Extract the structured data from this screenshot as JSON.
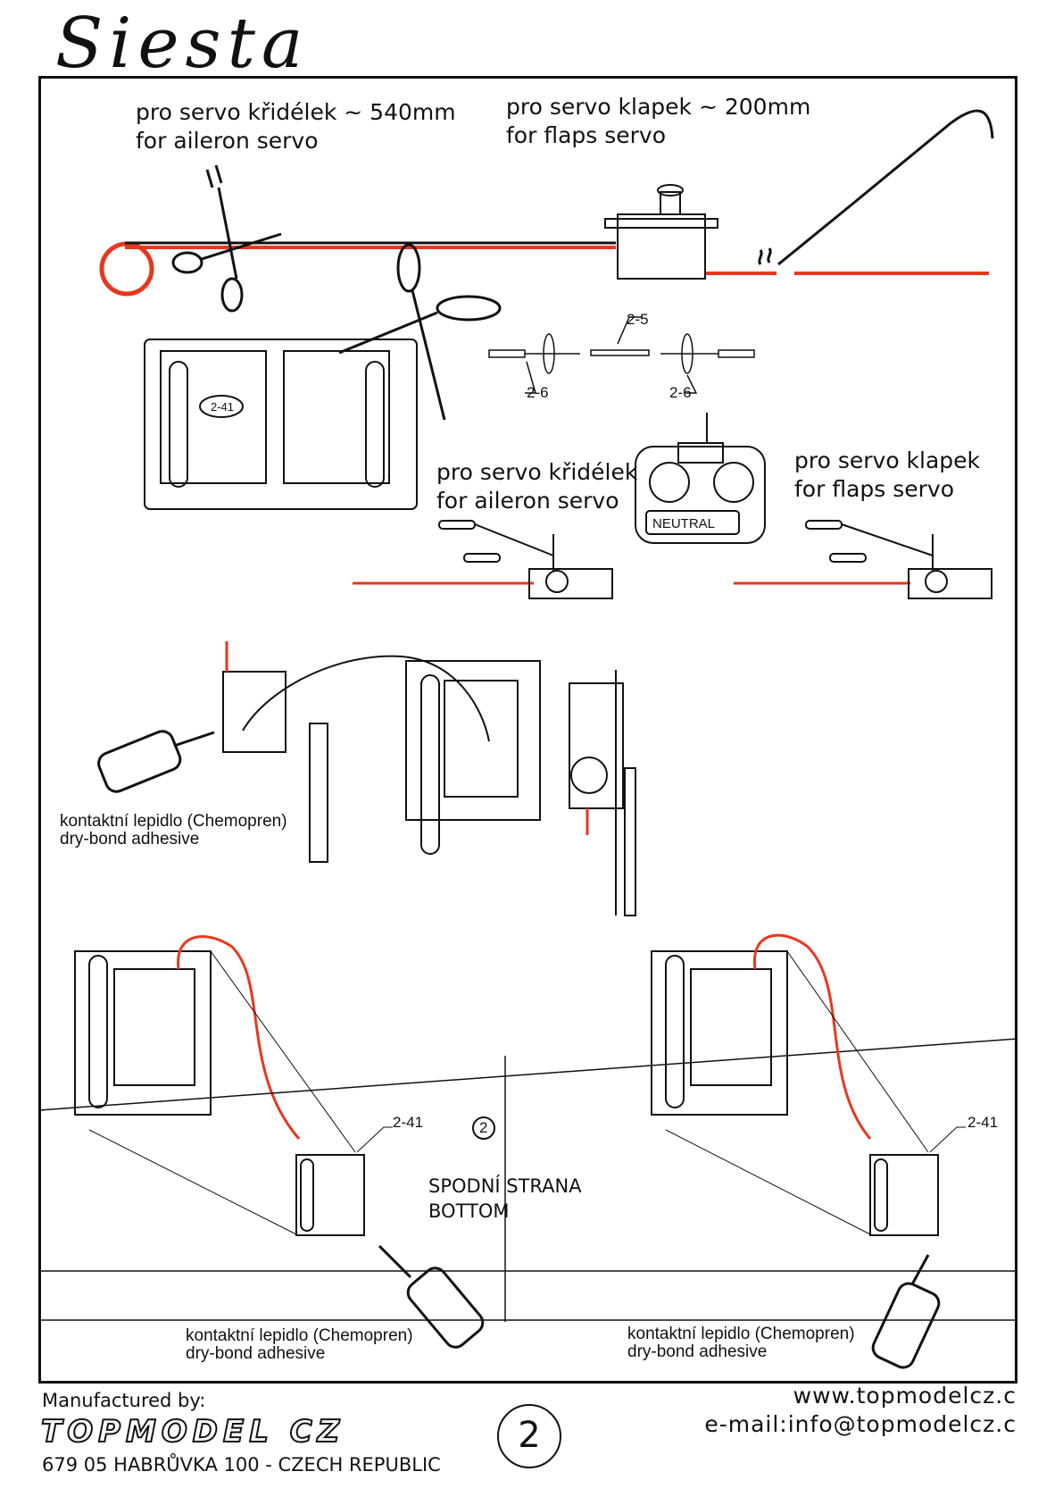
{
  "header": {
    "title": "Siesta"
  },
  "top": {
    "aileron_cut": {
      "cz": "pro servo křidélek  ~ 540mm",
      "en": "for aileron servo"
    },
    "flaps_cut": {
      "cz": "pro servo klapek  ~ 200mm",
      "en": "for flaps servo"
    }
  },
  "linkage": {
    "part_pushrod": "2-5",
    "part_clevis_left": "2-6",
    "part_clevis_right": "2-6",
    "part_cover": "2-41"
  },
  "transmitter": {
    "label": "NEUTRAL"
  },
  "setup": {
    "aileron": {
      "cz": "pro servo křidélek",
      "en": "for aileron servo"
    },
    "flaps": {
      "cz": "pro servo klapek",
      "en": "for flaps servo"
    }
  },
  "glue_top": {
    "cz": "kontaktní lepidlo (Chemopren)",
    "en": "dry-bond adhesive"
  },
  "bottom": {
    "callout_left": "2-41",
    "callout_right": "2-41",
    "step_marker": "2",
    "side_cz": "SPODNÍ STRANA",
    "side_en": "BOTTOM",
    "glue_left": {
      "cz": "kontaktní lepidlo (Chemopren)",
      "en": "dry-bond adhesive"
    },
    "glue_right": {
      "cz": "kontaktní lepidlo (Chemopren)",
      "en": "dry-bond adhesive"
    }
  },
  "footer": {
    "manufactured_by": "Manufactured by:",
    "logo_text": "TOPMODEL CZ",
    "address": "679 05 HABRŮVKA 100 - CZECH REPUBLIC",
    "website": "www.topmodelcz.c",
    "email": "e-mail:info@topmodelcz.c",
    "page_number": "2"
  },
  "colors": {
    "wire": "#e8371e",
    "ink": "#111111"
  }
}
